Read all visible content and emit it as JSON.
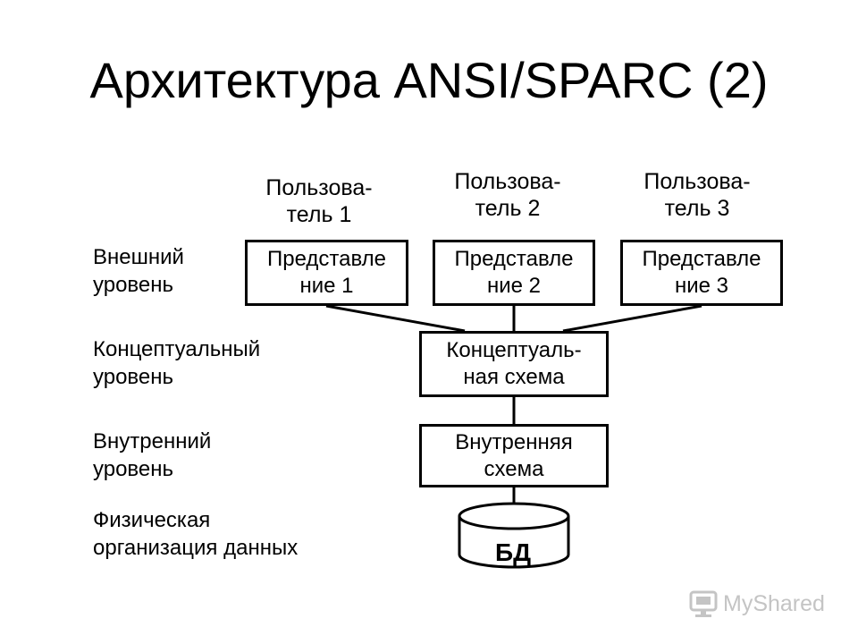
{
  "title": "Архитектура ANSI/SPARC (2)",
  "users": [
    {
      "line1": "Пользова-",
      "line2": "тель 1"
    },
    {
      "line1": "Пользова-",
      "line2": "тель 2"
    },
    {
      "line1": "Пользова-",
      "line2": "тель 3"
    }
  ],
  "levels": {
    "external": {
      "line1": "Внешний",
      "line2": "уровень"
    },
    "conceptual": {
      "line1": "Концептуальный",
      "line2": "уровень"
    },
    "internal": {
      "line1": "Внутренний",
      "line2": "уровень"
    },
    "physical": {
      "line1": "Физическая",
      "line2": "организация данных"
    }
  },
  "views": [
    {
      "line1": "Представле",
      "line2": "ние 1"
    },
    {
      "line1": "Представле",
      "line2": "ние 2"
    },
    {
      "line1": "Представле",
      "line2": "ние 3"
    }
  ],
  "conceptual_schema": {
    "line1": "Концептуаль-",
    "line2": "ная схема"
  },
  "internal_schema": {
    "line1": "Внутренняя",
    "line2": "схема"
  },
  "database": {
    "label": "БД"
  },
  "watermark": {
    "text": "MyShared",
    "color": "#c4c4c4"
  }
}
